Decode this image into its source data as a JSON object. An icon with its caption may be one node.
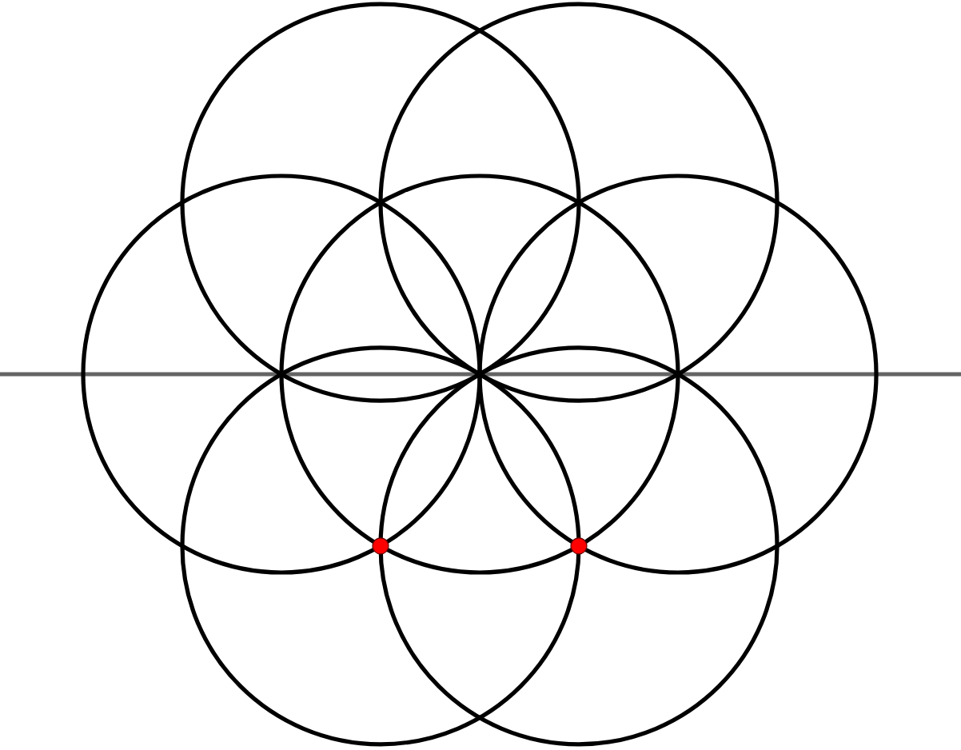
{
  "diagram": {
    "nodes": [
      {
        "text": [],
        "shape": "circle"
      },
      {
        "text": [],
        "shape": "circle"
      },
      {
        "text": [],
        "shape": "circle"
      },
      {
        "text": [],
        "shape": "circle"
      },
      {
        "text": [],
        "shape": "circle"
      },
      {
        "text": [],
        "shape": "circle"
      },
      {
        "text": [],
        "shape": "circle"
      }
    ]
  }
}
